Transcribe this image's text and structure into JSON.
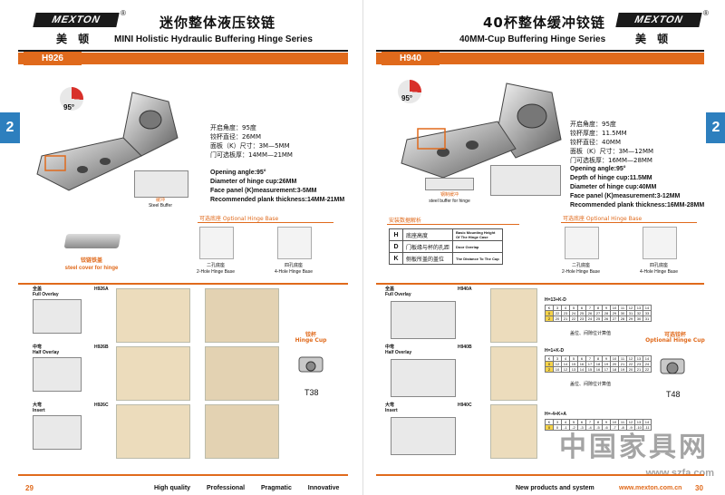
{
  "left": {
    "brand_logo": "MEXTON",
    "brand_cn": "美 顿",
    "title_cn": "迷你整体液压铰链",
    "title_en": "MINI Holistic Hydraulic Buffering Hinge Series",
    "model": "H926",
    "side_tab": "2",
    "angle": "95°",
    "specs_cn": [
      "开启角度：95度",
      "铰杯直径：26MM",
      "面板（K）尺寸：3M—5MM",
      "门可选板厚：14MM—21MM"
    ],
    "specs_en": [
      "Opening angle:95°",
      "Diameter of hinge cup:26MM",
      "Face panel (K)measurement:3-5MM",
      "Recommended plank thickness:14MM-21MM"
    ],
    "buffer_cn": "缓冲",
    "buffer_en": "Steel Buffer",
    "cover_cn": "铰链铁盖",
    "cover_en": "steel cover for hinge",
    "optional_base": "可选底座 Optional Hinge Base",
    "base1_cn": "二孔底座",
    "base1_en": "2-Hole Hinge Base",
    "base2_cn": "四孔底座",
    "base2_en": "4-Hole Hinge Base",
    "rows": [
      {
        "cn": "全盖",
        "en": "Full Overlay",
        "code": "H926A"
      },
      {
        "cn": "中弯",
        "en": "Half Overlay",
        "code": "H926B"
      },
      {
        "cn": "大弯",
        "en": "Insert",
        "code": "H926C"
      }
    ],
    "cup_cn": "铰杯",
    "cup_en": "Hinge Cup",
    "cup_code": "T38",
    "page_number": "29",
    "footer": [
      "High quality",
      "Professional",
      "Pragmatic",
      "Innovative"
    ]
  },
  "right": {
    "brand_logo": "MEXTON",
    "brand_cn": "美 顿",
    "title_cn": "40杯整体缓冲铰链",
    "title_en": "40MM-Cup Buffering Hinge Series",
    "model": "H940",
    "side_tab": "2",
    "angle": "95°",
    "specs_cn": [
      "开启角度：95度",
      "铰杯厚度：11.5MM",
      "铰杯直径：40MM",
      "面板（K）尺寸：3M—12MM",
      "门可选板厚：16MM—28MM"
    ],
    "specs_en": [
      "Opening angle:95°",
      "Depth of hinge cup:11.5MM",
      "Diameter of hinge cup:40MM",
      "Face panel (K)measurement:3-12MM",
      "Recommended plank thickness:16MM-28MM"
    ],
    "buffer_cn": "钢制缓冲",
    "buffer_en": "steel buffer for hinge",
    "legend_title": "安装数据解析",
    "legend": [
      {
        "k": "H",
        "cn": "底座高度",
        "en": "Basic Mounting Height Of The Hinge Case"
      },
      {
        "k": "D",
        "cn": "门板缘与杯的孔距",
        "en": "Door Overlap"
      },
      {
        "k": "K",
        "cn": "侧板所盖的盖位",
        "en": "The Distance To The Cup"
      }
    ],
    "optional_base": "可选底座 Optional Hinge Base",
    "base1_cn": "二孔底座",
    "base1_en": "2-Hole Hinge Base",
    "base2_cn": "四孔底座",
    "base2_en": "4-Hole Hinge Base",
    "rows": [
      {
        "cn": "全盖",
        "en": "Full Overlay",
        "code": "H940A",
        "formula": "H=13+K-D"
      },
      {
        "cn": "中弯",
        "en": "Half Overlay",
        "code": "H940B",
        "formula": "H=1+K-D"
      },
      {
        "cn": "大弯",
        "en": "Insert",
        "code": "H940C",
        "formula": "H=-4+K+A"
      }
    ],
    "table_note": "盖位、间隙位计算值",
    "k_values": [
      "3",
      "4",
      "5",
      "6",
      "7",
      "8",
      "9",
      "10",
      "11",
      "12",
      "13",
      "14"
    ],
    "table_a_d": [
      "22",
      "23",
      "24",
      "25",
      "26",
      "27",
      "28",
      "29",
      "30",
      "31",
      "32",
      "33"
    ],
    "table_a_d2": [
      "20",
      "21",
      "22",
      "23",
      "24",
      "25",
      "26",
      "27",
      "28",
      "29",
      "30",
      "31"
    ],
    "table_b_d": [
      "12",
      "14",
      "15",
      "16",
      "17",
      "18",
      "19",
      "20",
      "21",
      "22",
      "23",
      "24"
    ],
    "table_b_d2": [
      "10",
      "12",
      "13",
      "14",
      "15",
      "16",
      "17",
      "18",
      "19",
      "20",
      "21",
      "22"
    ],
    "table_c_d": [
      "0",
      "-1",
      "-2",
      "-3",
      "-4",
      "-5",
      "-6",
      "-7",
      "-8",
      "-9",
      "-10",
      "-11"
    ],
    "cup_cn": "可选铰杯",
    "cup_en": "Optional Hinge Cup",
    "cup_code": "T48",
    "page_number": "30",
    "footer_left": "New products and system",
    "footer_url": "www.mexton.com.cn",
    "watermark_cn": "中国家具网",
    "watermark_url": "www.szfa.com"
  }
}
